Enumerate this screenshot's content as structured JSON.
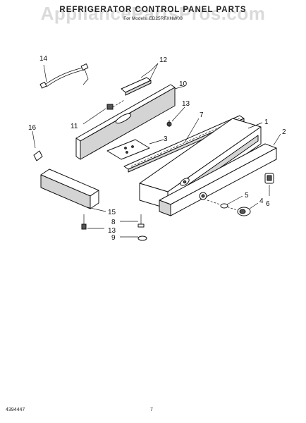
{
  "header": {
    "title": "REFRIGERATOR CONTROL PANEL PARTS",
    "subtitle": "For Models: ED25RFXHW00",
    "watermark": "AppliancePartsPros.com"
  },
  "footer": {
    "doc_number": "4394447",
    "page": "7"
  },
  "callouts": [
    "1",
    "2",
    "3",
    "4",
    "5",
    "6",
    "7",
    "8",
    "9",
    "10",
    "11",
    "12",
    "13",
    "13",
    "14",
    "15",
    "16"
  ]
}
